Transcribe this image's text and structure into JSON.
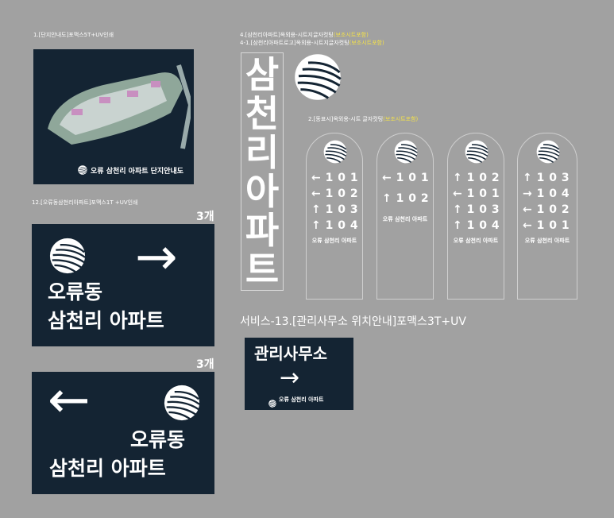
{
  "labels": {
    "map": "1.[단지안내도]포맥스5T+UV인쇄",
    "sign12": "12.[오류동삼천리아파트]포맥스1T +UV인쇄",
    "vert_a": "4.[삼천리아파트]옥외용-시트지글자컷팅",
    "vert_b": "4-1.[삼천리아파트로고]옥외용-시트지글자컷팅",
    "highlight": "(보조시트포함)",
    "dong": "2.[동표시]옥외용-시트 글자컷팅",
    "service": "서비스-13.[관리사무소 위치안내]포맥스3T+UV"
  },
  "map": {
    "title": "오류 삼천리 아파트 단지안내도"
  },
  "sign1": {
    "qty": "3개",
    "line1": "오류동",
    "line2": "삼천리 아파트",
    "arrow": "→"
  },
  "sign2": {
    "qty": "3개",
    "line1": "오류동",
    "line2": "삼천리 아파트",
    "arrow": "←"
  },
  "vertical": {
    "chars": [
      "삼",
      "천",
      "리",
      "아",
      "파",
      "트"
    ]
  },
  "arches": [
    {
      "rows": [
        "← 1 0 1",
        "← 1 0 2",
        "↑ 1 0 3",
        "↑ 1 0 4"
      ],
      "name": "오류 삼천리 아파트"
    },
    {
      "rows": [
        "← 1 0 1",
        "↑ 1 0 2"
      ],
      "name": "오류 삼천리 아파트"
    },
    {
      "rows": [
        "↑ 1 0 2",
        "← 1 0 1",
        "↑ 1 0 3",
        "↑ 1 0 4"
      ],
      "name": "오류 삼천리 아파트"
    },
    {
      "rows": [
        "↑ 1 0 3",
        "→ 1 0 4",
        "← 1 0 2",
        "← 1 0 1"
      ],
      "name": "오류 삼천리 아파트"
    }
  ],
  "office": {
    "title": "관리사무소",
    "arrow": "→",
    "brand": "오류 삼천리 아파트"
  },
  "colors": {
    "navy": "#142433",
    "bg": "#a1a1a1",
    "highlight": "#f3e14a"
  }
}
